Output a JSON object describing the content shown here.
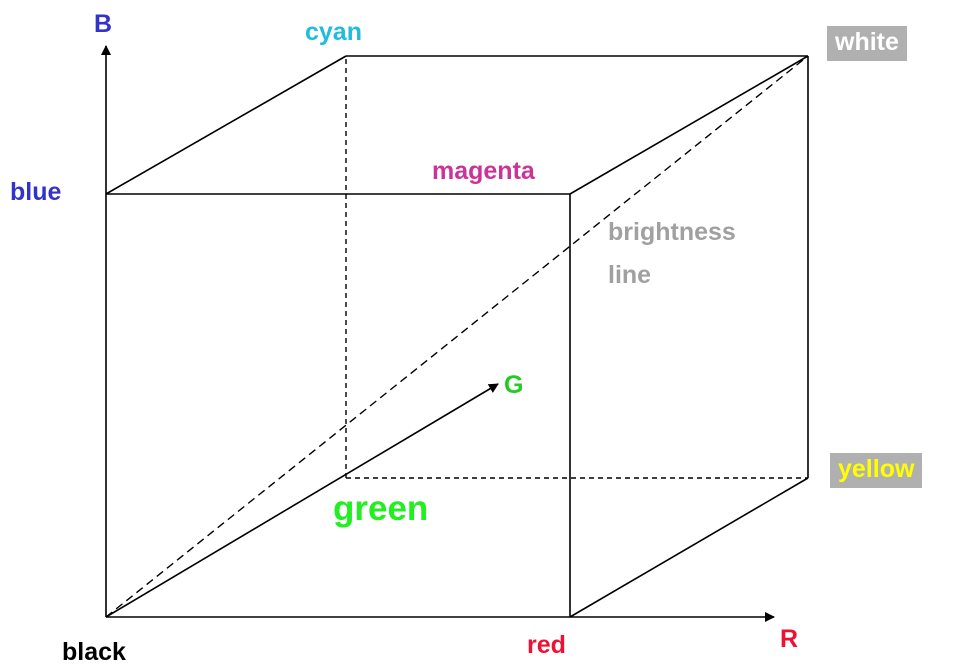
{
  "axes": {
    "b": "B",
    "g": "G",
    "r": "R"
  },
  "vertices": {
    "black": "black",
    "red": "red",
    "green": "green",
    "blue": "blue",
    "cyan": "cyan",
    "magenta": "magenta",
    "yellow": "yellow",
    "white": "white"
  },
  "diagonal": {
    "line1": "brightness",
    "line2": "line"
  },
  "colors": {
    "axis_b": "#3333cc",
    "axis_g": "#22cc22",
    "axis_r": "#ee1133",
    "black": "#000000",
    "red": "#ee1133",
    "green": "#22ee22",
    "blue": "#3333cc",
    "cyan": "#22bbdd",
    "magenta": "#cc3399",
    "yellow": "#ffff00",
    "white": "#ffffff",
    "label_box": "#b0b0b0",
    "brightness": "#a0a0a0"
  }
}
